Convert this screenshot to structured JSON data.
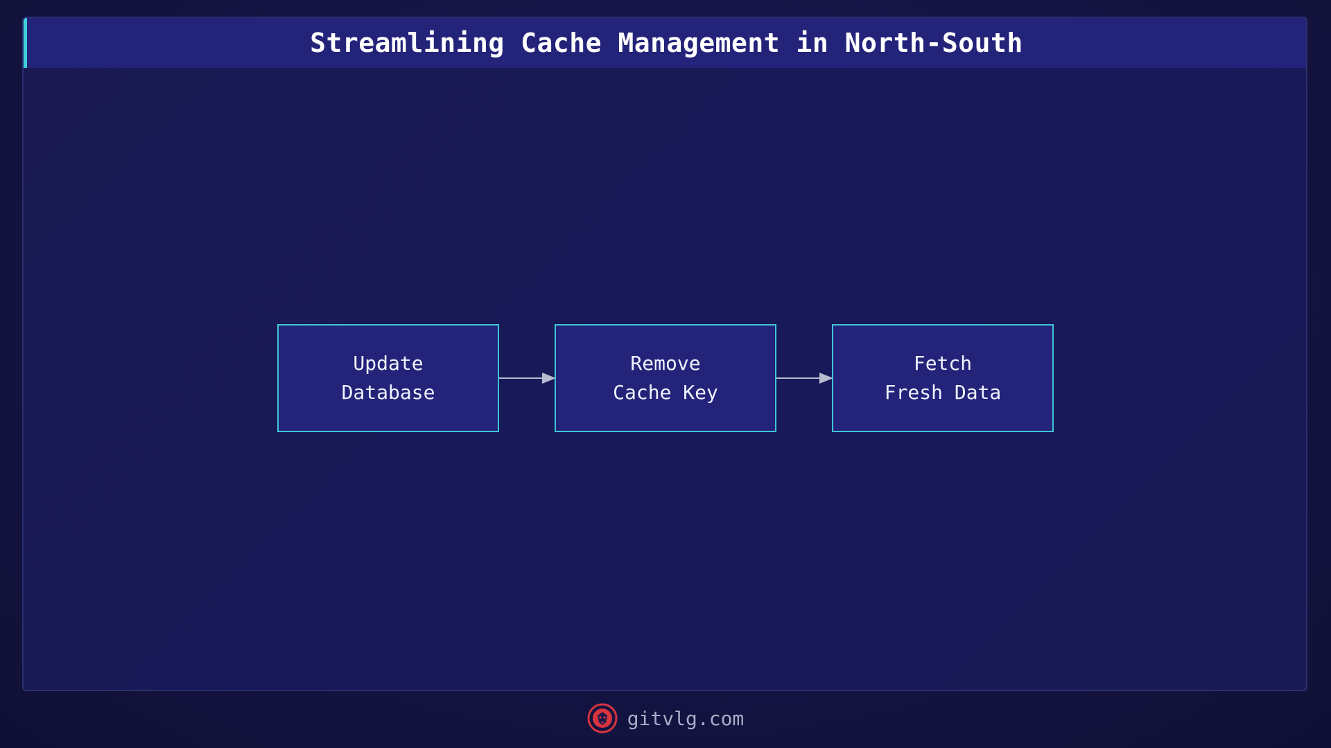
{
  "title": "Streamlining Cache Management in North-South",
  "nodes": [
    {
      "id": "update",
      "line1": "Update",
      "line2": "Database"
    },
    {
      "id": "remove",
      "line1": "Remove",
      "line2": "Cache Key"
    },
    {
      "id": "fetch",
      "line1": "Fetch",
      "line2": "Fresh Data"
    }
  ],
  "edges": [
    {
      "from": "update",
      "to": "remove"
    },
    {
      "from": "remove",
      "to": "fetch"
    }
  ],
  "footer": {
    "text": "gitvlg.com",
    "logo_icon": "lion-logo-icon"
  },
  "colors": {
    "background": "#141444",
    "title_bar": "#23237a",
    "title_accent": "#3fd0d8",
    "node_fill": "#23237a",
    "node_border": "#3fc6d6",
    "arrow": "#b8bccf",
    "logo": "#d8343f"
  }
}
